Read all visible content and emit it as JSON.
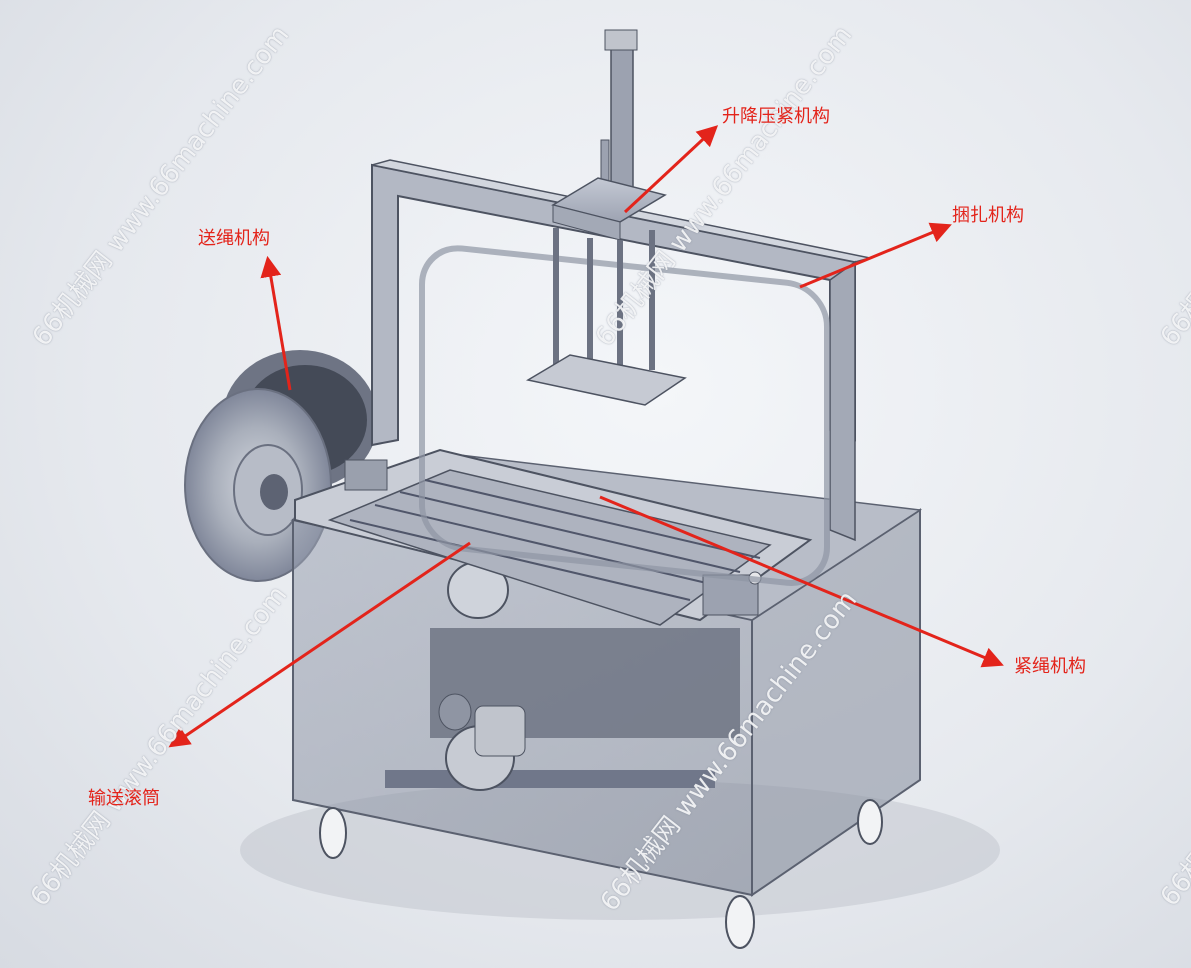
{
  "labels": {
    "lift_press": "升降压紧机构",
    "bundling": "捆扎机构",
    "rope_feed": "送绳机构",
    "rope_tighten": "紧绳机构",
    "conveyor_roller": "输送滚筒"
  },
  "watermark": "66机械网 www.66machine.com",
  "colors": {
    "annotation": "#e3241b",
    "frame": "#a6acbb",
    "glass": "#8c93a3"
  },
  "icons": {
    "arrow": "arrow-icon",
    "spool": "strap-spool-icon",
    "wheel": "caster-wheel-icon"
  }
}
